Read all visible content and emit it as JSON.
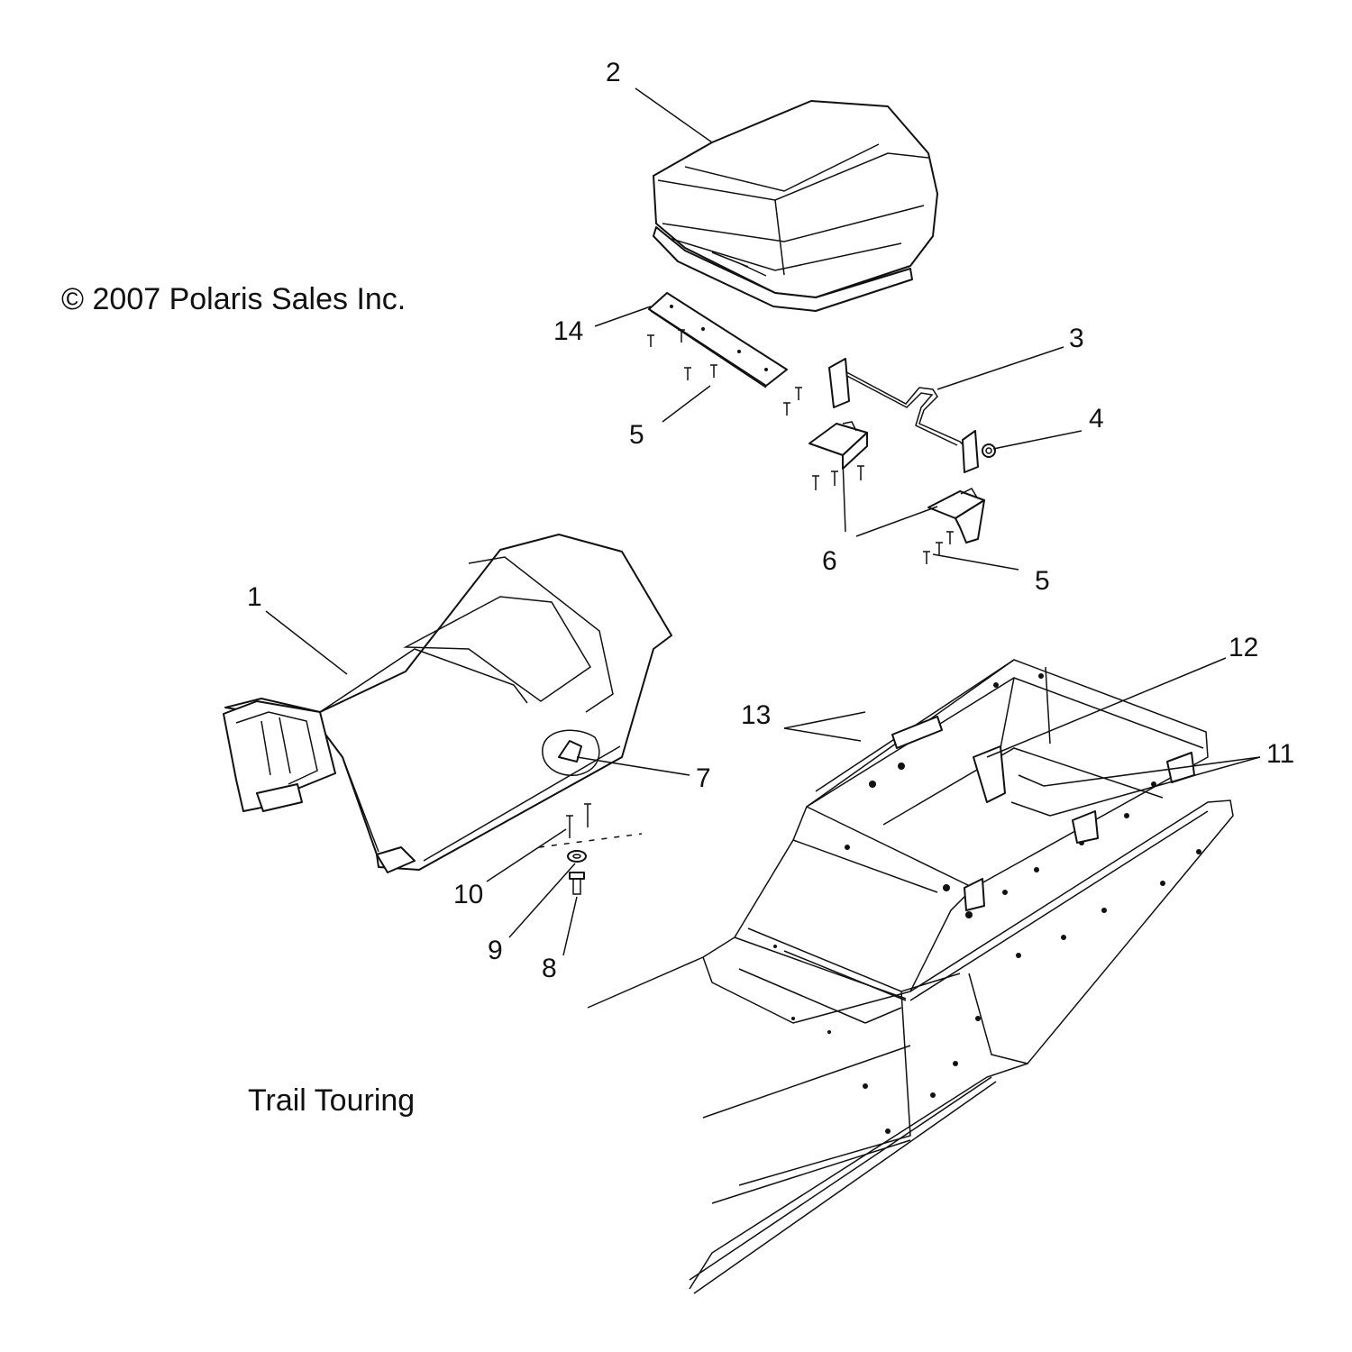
{
  "captions": {
    "copyright": "© 2007 Polaris Sales Inc.",
    "model": "Trail Touring"
  },
  "callouts": [
    {
      "id": "c1",
      "label": "1"
    },
    {
      "id": "c2",
      "label": "2"
    },
    {
      "id": "c3",
      "label": "3"
    },
    {
      "id": "c4",
      "label": "4"
    },
    {
      "id": "c5a",
      "label": "5"
    },
    {
      "id": "c5b",
      "label": "5"
    },
    {
      "id": "c6",
      "label": "6"
    },
    {
      "id": "c7",
      "label": "7"
    },
    {
      "id": "c8",
      "label": "8"
    },
    {
      "id": "c9",
      "label": "9"
    },
    {
      "id": "c10",
      "label": "10"
    },
    {
      "id": "c11",
      "label": "11"
    },
    {
      "id": "c12",
      "label": "12"
    },
    {
      "id": "c13",
      "label": "13"
    },
    {
      "id": "c14",
      "label": "14"
    }
  ]
}
